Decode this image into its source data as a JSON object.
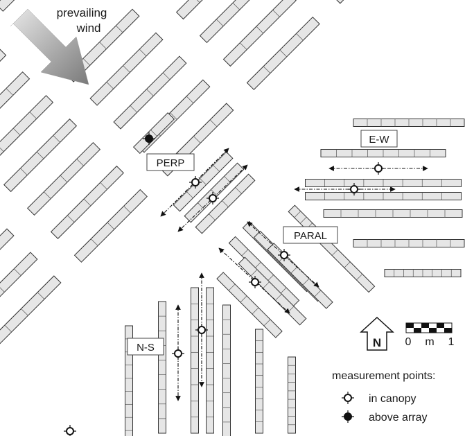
{
  "wind_label_line1": "prevailing",
  "wind_label_line2": "wind",
  "zones": [
    {
      "id": "perp",
      "label": "PERP"
    },
    {
      "id": "paral",
      "label": "PARAL"
    },
    {
      "id": "ew",
      "label": "E-W"
    },
    {
      "id": "ns",
      "label": "N-S"
    }
  ],
  "north_label": "N",
  "scale": {
    "left": "0",
    "mid": "m",
    "right": "1"
  },
  "legend": {
    "title": "measurement points:",
    "items": [
      {
        "type": "open",
        "label": "in canopy"
      },
      {
        "type": "filled",
        "label": "above array"
      }
    ]
  }
}
